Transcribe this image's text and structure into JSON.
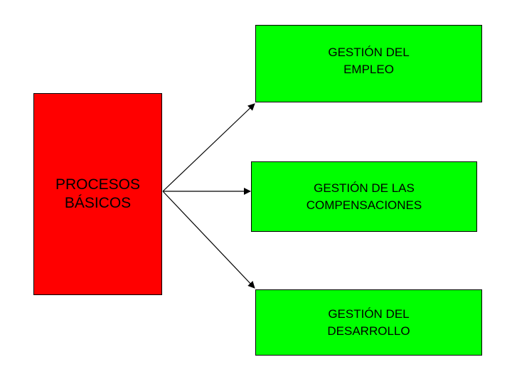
{
  "diagram": {
    "colors": {
      "source": "#ff0000",
      "target": "#00ff00",
      "arrow": "#000000"
    },
    "source": {
      "label": "PROCESOS\nBÁSICOS"
    },
    "targets": [
      {
        "label": "GESTIÓN DEL\nEMPLEO"
      },
      {
        "label": "GESTIÓN DE LAS\nCOMPENSACIONES"
      },
      {
        "label": "GESTIÓN DEL\nDESARROLLO"
      }
    ]
  }
}
